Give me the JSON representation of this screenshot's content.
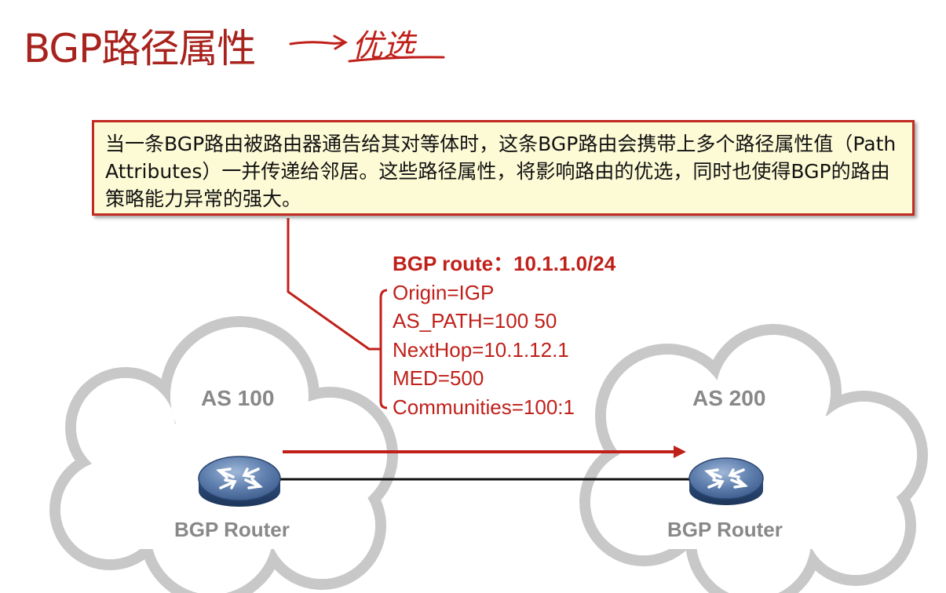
{
  "title": "BGP路径属性",
  "handwritten_note": "优选",
  "callout": {
    "text": "当一条BGP路由被路由器通告给其对等体时，这条BGP路由会携带上多个路径属性值（Path Attributes）一并传递给邻居。这些路径属性，将影响路由的优选，同时也使得BGP的路由策略能力异常的强大。"
  },
  "route": {
    "title": "BGP route：10.1.1.0/24",
    "attributes": [
      "Origin=IGP",
      "AS_PATH=100 50",
      "NextHop=10.1.12.1",
      "MED=500",
      "Communities=100:1"
    ]
  },
  "left_as": {
    "label": "AS 100",
    "router_label": "BGP Router",
    "router_icon": "router-icon"
  },
  "right_as": {
    "label": "AS 200",
    "router_label": "BGP Router",
    "router_icon": "router-icon"
  },
  "colors": {
    "accent": "#c0201a",
    "callout_bg": "#fdfbd6",
    "cloud": "#c9c9c9",
    "router": "#3f5f8e"
  }
}
